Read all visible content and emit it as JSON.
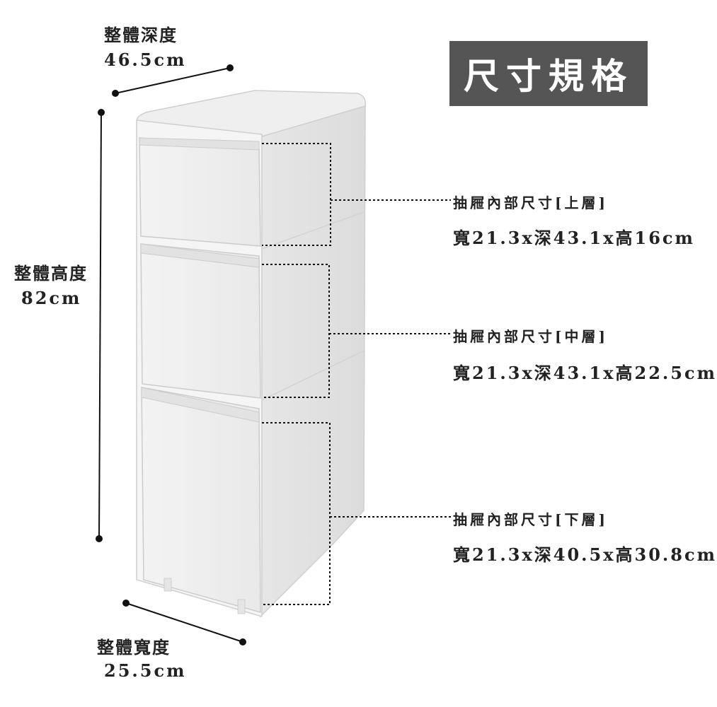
{
  "spec_title": "尺寸規格",
  "overall": {
    "depth": {
      "title": "整體深度",
      "value": "46.5cm"
    },
    "height": {
      "title": "整體高度",
      "value": "82cm"
    },
    "width": {
      "title": "整體寬度",
      "value": "25.5cm"
    }
  },
  "drawers": [
    {
      "title": "抽屜內部尺寸[上層]",
      "size": "寬21.3x深43.1x高16cm"
    },
    {
      "title": "抽屜內部尺寸[中層]",
      "size": "寬21.3x深43.1x高22.5cm"
    },
    {
      "title": "抽屜內部尺寸[下層]",
      "size": "寬21.3x深40.5x高30.8cm"
    }
  ],
  "colors": {
    "title_bg": "#555555",
    "cabinet": "#eeeeee",
    "line": "#111111"
  }
}
